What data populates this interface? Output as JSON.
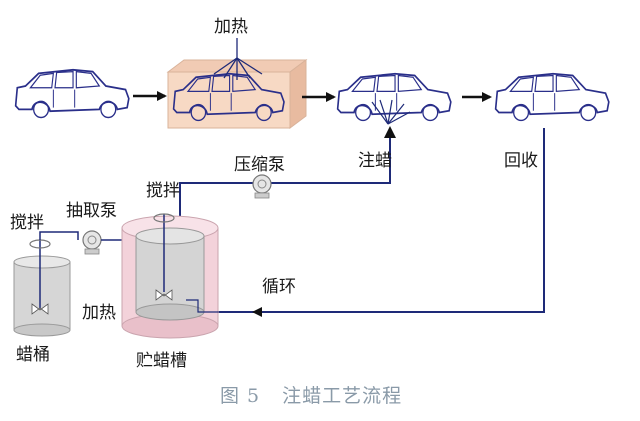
{
  "labels": {
    "heating_top": "加热",
    "heating_tank": "加热",
    "wax_injection": "注蜡",
    "recovery": "回收",
    "compression_pump": "压缩泵",
    "stirring_tank": "搅拌",
    "stirring_bucket": "搅拌",
    "extraction_pump": "抽取泵",
    "circulation": "循环",
    "wax_bucket": "蜡桶",
    "wax_storage_tank": "贮蜡槽"
  },
  "caption": {
    "figure": "图 5",
    "title": "注蜡工艺流程"
  },
  "colors": {
    "line": "#1e2a78",
    "car_outline": "#2a2f8a",
    "heat_box": "#f7d9c4",
    "tank_pink": "#f3d2da",
    "tank_gray": "#cfcfcf",
    "text": "#1a1a1a",
    "caption": "#8a9aa8"
  }
}
